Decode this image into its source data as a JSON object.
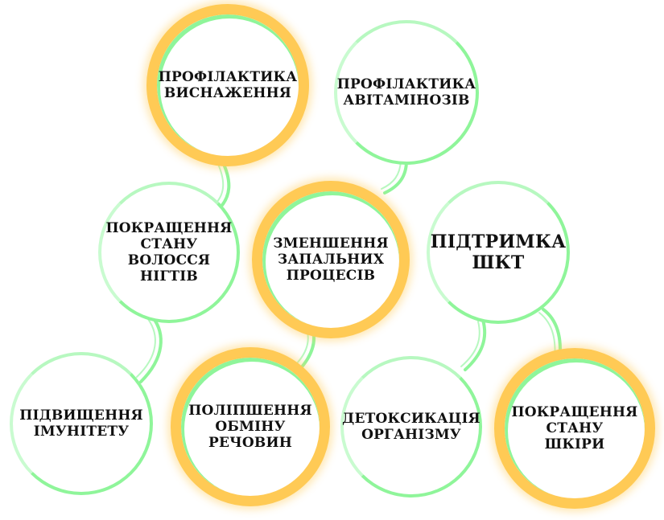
{
  "diagram": {
    "colors": {
      "highlight_ring": "#ffca55",
      "regular_ring": "#8ff59a",
      "node_fill": "#ffffff",
      "text": "#111111",
      "background": "#ffffff"
    },
    "nodes": [
      {
        "id": "exhaustion",
        "label": "ПРОФІЛАКТИКА\nВИСНАЖЕННЯ",
        "style": "highlighted"
      },
      {
        "id": "avitaminosis",
        "label": "ПРОФІЛАКТИКА\nАВІТАМІНОЗІВ",
        "style": "regular"
      },
      {
        "id": "hair_nails",
        "label": "ПОКРАЩЕННЯ\nСТАНУ\nВОЛОССЯ\nНІГТІВ",
        "style": "regular"
      },
      {
        "id": "inflammation",
        "label": "ЗМЕНШЕННЯ\nЗАПАЛЬНИХ\nПРОЦЕСІВ",
        "style": "highlighted"
      },
      {
        "id": "gi_support",
        "label": "ПІДТРИМКА\nШКТ",
        "style": "regular"
      },
      {
        "id": "immunity",
        "label": "ПІДВИЩЕННЯ\nІМУНІТЕТУ",
        "style": "regular"
      },
      {
        "id": "metabolism",
        "label": "ПОЛІПШЕННЯ\nОБМІНУ\nРЕЧОВИН",
        "style": "highlighted"
      },
      {
        "id": "detox",
        "label": "ДЕТОКСИКАЦІЯ\nОРГАНІЗМУ",
        "style": "regular"
      },
      {
        "id": "skin",
        "label": "ПОКРАЩЕННЯ\nСТАНУ\nШКІРИ",
        "style": "highlighted"
      }
    ],
    "connections": [
      [
        "exhaustion",
        "hair_nails"
      ],
      [
        "avitaminosis",
        "inflammation"
      ],
      [
        "hair_nails",
        "immunity"
      ],
      [
        "inflammation",
        "metabolism"
      ],
      [
        "gi_support",
        "detox"
      ],
      [
        "gi_support",
        "skin"
      ]
    ]
  }
}
